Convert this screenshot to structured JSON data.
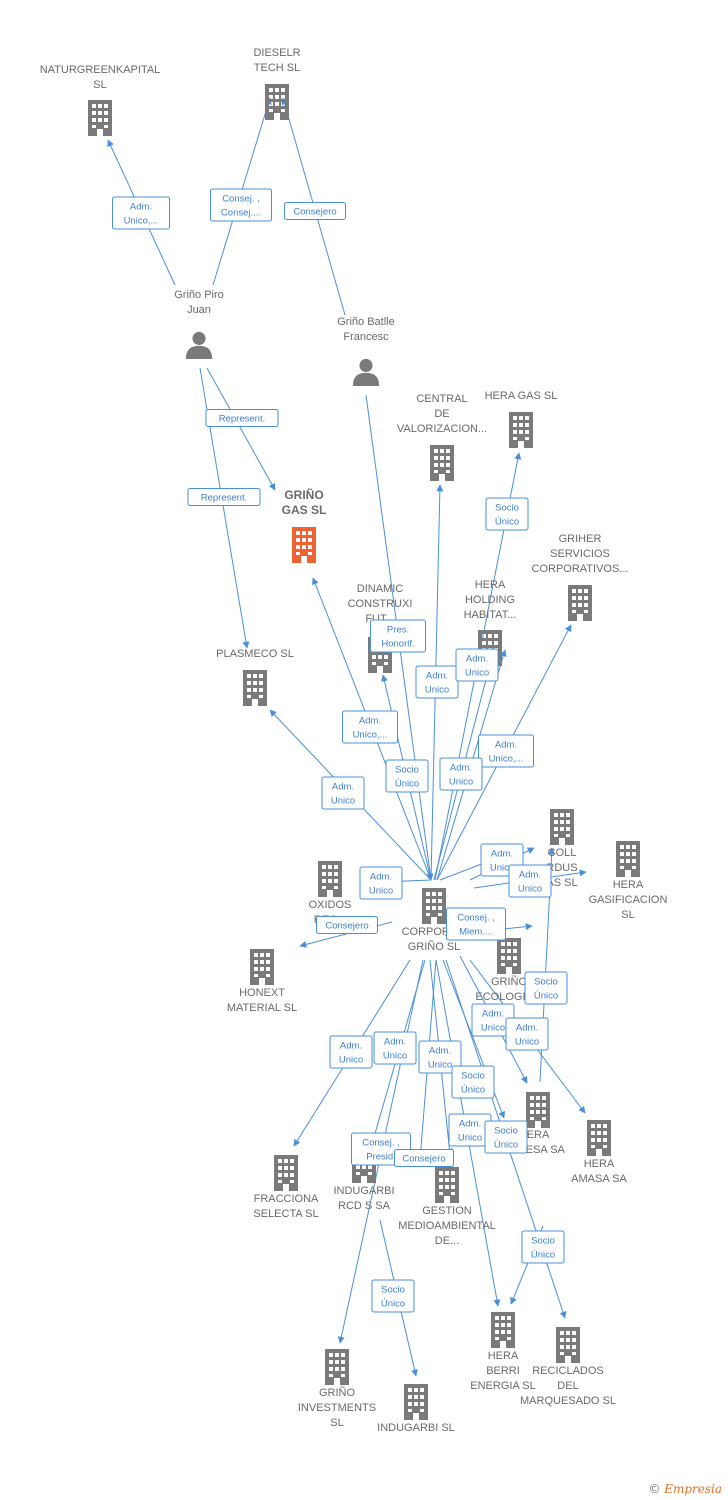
{
  "colors": {
    "edge": "#4a90d9",
    "company": "#7a7a7a",
    "focus": "#f06232",
    "person": "#7a7a7a"
  },
  "nodes": [
    {
      "id": "naturgreen",
      "type": "company",
      "lines": [
        "NATURGREENKAPITAL",
        "SL"
      ]
    },
    {
      "id": "dieselr",
      "type": "company",
      "lines": [
        "DIESELR",
        "TECH  SL"
      ]
    },
    {
      "id": "pirojuan",
      "type": "person",
      "lines": [
        "Griño Piro",
        "Juan"
      ]
    },
    {
      "id": "batlle",
      "type": "person",
      "lines": [
        "Griño Batlle",
        "Francesc"
      ]
    },
    {
      "id": "central",
      "type": "company",
      "lines": [
        "CENTRAL",
        "DE",
        "VALORIZACION..."
      ]
    },
    {
      "id": "heragas",
      "type": "company",
      "lines": [
        "HERA GAS  SL"
      ]
    },
    {
      "id": "grinogas",
      "type": "focus",
      "lines": [
        "GRIÑO",
        "GAS  SL"
      ]
    },
    {
      "id": "griher",
      "type": "company",
      "lines": [
        "GRIHER",
        "SERVICIOS",
        "CORPORATIVOS..."
      ]
    },
    {
      "id": "dynamic",
      "type": "company",
      "lines": [
        "DINAMIC",
        "CONSTRUXI",
        "FUT..."
      ]
    },
    {
      "id": "heraholding",
      "type": "company",
      "lines": [
        "HERA",
        "HOLDING",
        "HABITAT..."
      ]
    },
    {
      "id": "plasmeco",
      "type": "company",
      "lines": [
        "PLASMECO SL"
      ]
    },
    {
      "id": "coll",
      "type": "company",
      "lines": [
        "COLL",
        "RDUS",
        "AS SL"
      ]
    },
    {
      "id": "heragasif",
      "type": "company",
      "lines": [
        "HERA",
        "GASIFICACION",
        "SL"
      ]
    },
    {
      "id": "oxidos",
      "type": "company",
      "lines": [
        "OXIDOS",
        "REC..."
      ]
    },
    {
      "id": "corporacion",
      "type": "company",
      "lines": [
        "CORPORA...",
        "GRIÑO SL"
      ]
    },
    {
      "id": "honext",
      "type": "company",
      "lines": [
        "HONEXT",
        "MATERIAL  SL"
      ]
    },
    {
      "id": "ecologic",
      "type": "company",
      "lines": [
        "GRIÑO",
        "ECOLOGIC..."
      ]
    },
    {
      "id": "heratesa",
      "type": "company",
      "lines": [
        "ERA",
        "T...ESA SA"
      ]
    },
    {
      "id": "heraamasa",
      "type": "company",
      "lines": [
        "HERA",
        "AMASA SA"
      ]
    },
    {
      "id": "fracciona",
      "type": "company",
      "lines": [
        "FRACCIONA",
        "SELECTA  SL"
      ]
    },
    {
      "id": "indugarbircd",
      "type": "company",
      "lines": [
        "INDUGARBI",
        "RCD S SA"
      ]
    },
    {
      "id": "gestion",
      "type": "company",
      "lines": [
        "GESTION",
        "MEDIOAMBIENTAL",
        "DE..."
      ]
    },
    {
      "id": "heraberri",
      "type": "company",
      "lines": [
        "HERA",
        "BERRI",
        "ENERGIA  SL"
      ]
    },
    {
      "id": "reciclados",
      "type": "company",
      "lines": [
        "RECICLADOS",
        "DEL",
        "MARQUESADO SL"
      ]
    },
    {
      "id": "grinoinv",
      "type": "company",
      "lines": [
        "GRIÑO",
        "INVESTMENTS",
        "SL"
      ]
    },
    {
      "id": "indugarbi",
      "type": "company",
      "lines": [
        "INDUGARBI SL"
      ]
    }
  ],
  "badges": [
    {
      "lines": [
        "Adm.",
        "Unico,..."
      ]
    },
    {
      "lines": [
        "Consej. ,",
        "Consej...."
      ]
    },
    {
      "lines": [
        "Consejero"
      ]
    },
    {
      "lines": [
        "Represent."
      ]
    },
    {
      "lines": [
        "Represent."
      ]
    },
    {
      "lines": [
        "Socio",
        "Único"
      ]
    },
    {
      "lines": [
        "Pres.",
        "Honorif."
      ]
    },
    {
      "lines": [
        "Adm.",
        "Unico"
      ]
    },
    {
      "lines": [
        "Adm.",
        "Unico"
      ]
    },
    {
      "lines": [
        "Adm.",
        "Unico,..."
      ]
    },
    {
      "lines": [
        "Adm.",
        "Unico,..."
      ]
    },
    {
      "lines": [
        "Socio",
        "Único"
      ]
    },
    {
      "lines": [
        "Adm.",
        "Unico"
      ]
    },
    {
      "lines": [
        "Adm.",
        "Unico"
      ]
    },
    {
      "lines": [
        "Adm.",
        "Unico"
      ]
    },
    {
      "lines": [
        "Adm.",
        "Unico"
      ]
    },
    {
      "lines": [
        "Adm.",
        "Unico"
      ]
    },
    {
      "lines": [
        "Consej. ,",
        "Miem...."
      ]
    },
    {
      "lines": [
        "Consejero"
      ]
    },
    {
      "lines": [
        "Socio",
        "Único"
      ]
    },
    {
      "lines": [
        "Adm.",
        "Unico"
      ]
    },
    {
      "lines": [
        "Adm.",
        "Unico"
      ]
    },
    {
      "lines": [
        "Adm.",
        "Unico"
      ]
    },
    {
      "lines": [
        "Adm.",
        "Unico"
      ]
    },
    {
      "lines": [
        "Adm.",
        "Unico"
      ]
    },
    {
      "lines": [
        "Socio",
        "Único"
      ]
    },
    {
      "lines": [
        "Adm.",
        "Unico"
      ]
    },
    {
      "lines": [
        "Socio",
        "Único"
      ]
    },
    {
      "lines": [
        "Consej. ,",
        "Presid."
      ]
    },
    {
      "lines": [
        "Consejero"
      ]
    },
    {
      "lines": [
        "Socio",
        "Único"
      ]
    },
    {
      "lines": [
        "Socio",
        "Único"
      ]
    }
  ],
  "footer": {
    "copyright": "©",
    "brand": "Empresia"
  }
}
